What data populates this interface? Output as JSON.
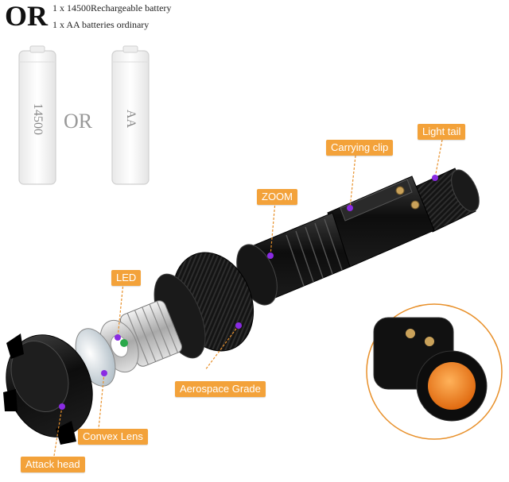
{
  "header": {
    "or_big": "OR",
    "battery_line_1": "1 x 14500Rechargeable battery",
    "battery_line_2": "1 x AA batteries ordinary"
  },
  "batteries": {
    "left_label": "14500",
    "middle_or": "OR",
    "right_label": "AA"
  },
  "callouts": {
    "light_tail": "Light tail",
    "carrying_clip": "Carrying clip",
    "zoom": "ZOOM",
    "led": "LED",
    "aerospace_grade": "Aerospace Grade",
    "convex_lens": "Convex Lens",
    "attack_head": "Attack head"
  },
  "colors": {
    "callout_orange": "#f3a23a",
    "dot_purple": "#8a2be2",
    "line_orange": "#e8902a"
  }
}
